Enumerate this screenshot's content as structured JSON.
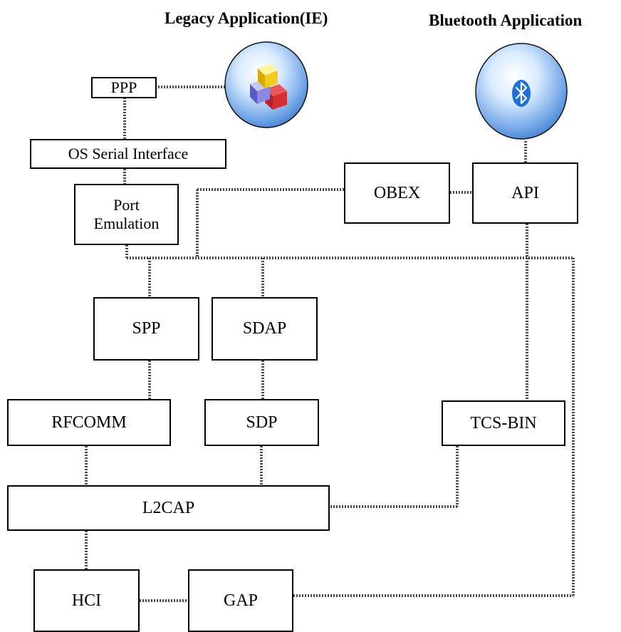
{
  "titles": {
    "legacy_app": "Legacy Application(IE)",
    "bluetooth_app": "Bluetooth Application"
  },
  "boxes": {
    "ppp": "PPP",
    "os_serial": "OS Serial Interface",
    "port_emulation": "Port\nEmulation",
    "obex": "OBEX",
    "api": "API",
    "spp": "SPP",
    "sdap": "SDAP",
    "rfcomm": "RFCOMM",
    "sdp": "SDP",
    "tcs_bin": "TCS-BIN",
    "l2cap": "L2CAP",
    "hci": "HCI",
    "gap": "GAP"
  },
  "icons": {
    "legacy_app": "cubes-icon",
    "bluetooth_app": "bluetooth-icon"
  },
  "colors": {
    "line": "#4a4a4a",
    "globe_light": "#eaf3ff",
    "globe_dark": "#3f7fd1",
    "bluetooth_blue": "#1f6fd6"
  }
}
